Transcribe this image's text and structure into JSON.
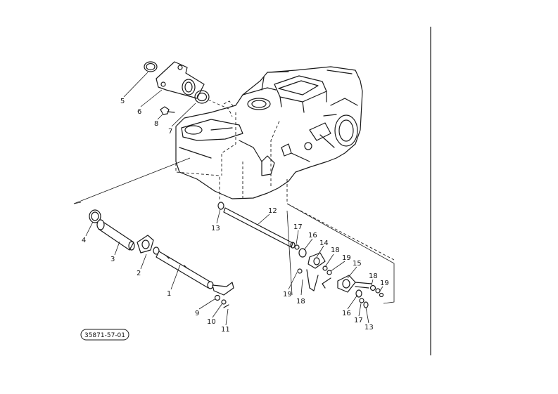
{
  "diagram_code": "35871-57-01",
  "callouts": [
    {
      "id": "c1",
      "text": "1"
    },
    {
      "id": "c2",
      "text": "2"
    },
    {
      "id": "c3",
      "text": "3"
    },
    {
      "id": "c4",
      "text": "4"
    },
    {
      "id": "c5",
      "text": "5"
    },
    {
      "id": "c6",
      "text": "6"
    },
    {
      "id": "c7",
      "text": "7"
    },
    {
      "id": "c8",
      "text": "8"
    },
    {
      "id": "c9",
      "text": "9"
    },
    {
      "id": "c10",
      "text": "10"
    },
    {
      "id": "c11",
      "text": "11"
    },
    {
      "id": "c12",
      "text": "12"
    },
    {
      "id": "c13a",
      "text": "13"
    },
    {
      "id": "c13b",
      "text": "13"
    },
    {
      "id": "c14",
      "text": "14"
    },
    {
      "id": "c15",
      "text": "15"
    },
    {
      "id": "c16a",
      "text": "16"
    },
    {
      "id": "c16b",
      "text": "16"
    },
    {
      "id": "c17a",
      "text": "17"
    },
    {
      "id": "c17b",
      "text": "17"
    },
    {
      "id": "c18a",
      "text": "18"
    },
    {
      "id": "c18b",
      "text": "18"
    },
    {
      "id": "c18c",
      "text": "18"
    },
    {
      "id": "c19a",
      "text": "19"
    },
    {
      "id": "c19b",
      "text": "19"
    },
    {
      "id": "c19c",
      "text": "19"
    }
  ]
}
